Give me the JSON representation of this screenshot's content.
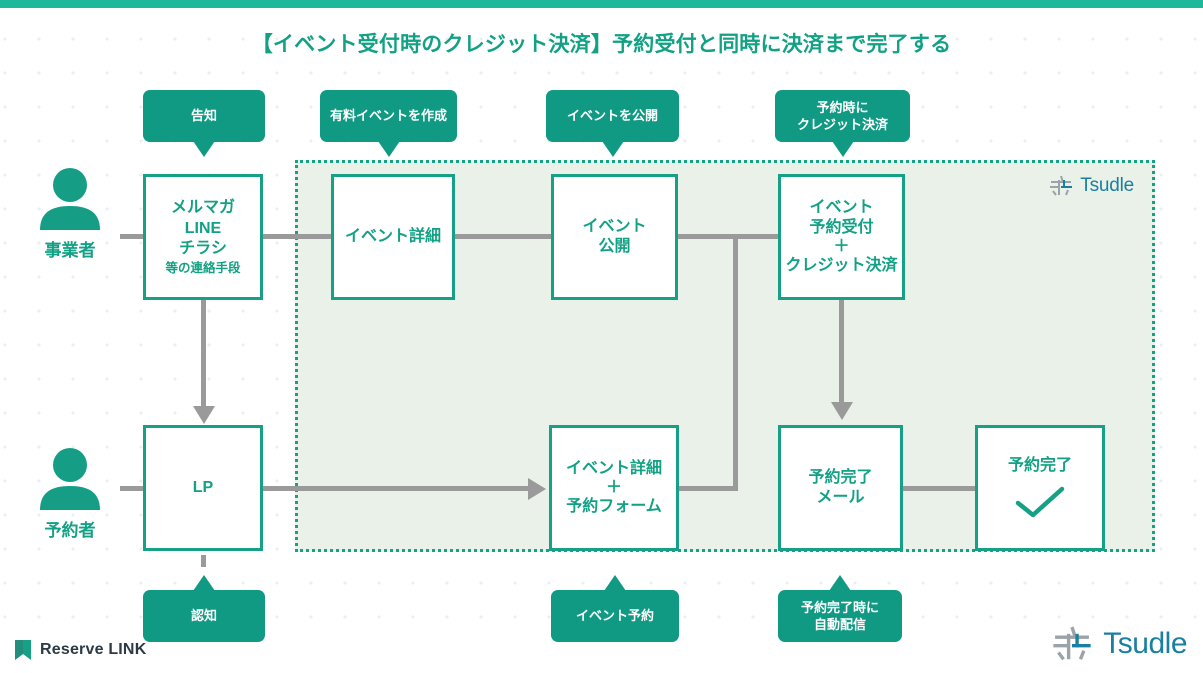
{
  "theme": {
    "accent": "#16a085",
    "accent_dark": "#109a83",
    "accent_bar": "#1fb89a",
    "region_fill": "#e9f1e8",
    "connector": "#9a9a9a",
    "logo_blue": "#1a7fa0",
    "title_color": "#12a184"
  },
  "header": {
    "title": "【イベント受付時のクレジット決済】予約受付と同時に決済まで完了する"
  },
  "scope": {
    "logo_word": "Tsudle",
    "logo_icon": "tsudle-mark-icon"
  },
  "actors": [
    {
      "id": "business",
      "label": "事業者",
      "icon": "person-icon"
    },
    {
      "id": "customer",
      "label": "予約者",
      "icon": "person-icon"
    }
  ],
  "nodes": {
    "contact": {
      "lines": [
        "メルマガ",
        "LINE",
        "チラシ"
      ],
      "sub": "等の連絡手段"
    },
    "event_detail": {
      "lines": [
        "イベント詳細"
      ]
    },
    "event_publish": {
      "lines": [
        "イベント",
        "公開"
      ]
    },
    "event_reserve_pay": {
      "lines": [
        "イベント",
        "予約受付"
      ],
      "plus": "＋",
      "lines2": [
        "クレジット決済"
      ]
    },
    "lp": {
      "lines": [
        "LP"
      ]
    },
    "detail_form": {
      "lines": [
        "イベント詳細"
      ],
      "plus": "＋",
      "lines2": [
        "予約フォーム"
      ]
    },
    "complete_mail": {
      "lines": [
        "予約完了",
        "メール"
      ]
    },
    "complete": {
      "lines": [
        "予約完了"
      ],
      "icon": "check-icon"
    }
  },
  "callouts": {
    "notice": {
      "text": "告知",
      "direction": "down"
    },
    "create_paid_event": {
      "text": "有料イベントを作成",
      "direction": "down"
    },
    "publish_event": {
      "text": "イベントを公開",
      "direction": "down"
    },
    "credit_at_booking": {
      "lines": [
        "予約時に",
        "クレジット決済"
      ],
      "direction": "down"
    },
    "awareness": {
      "text": "認知",
      "direction": "up"
    },
    "event_booking": {
      "text": "イベント予約",
      "direction": "up"
    },
    "auto_send": {
      "lines": [
        "予約完了時に",
        "自動配信"
      ],
      "direction": "up"
    }
  },
  "footer": {
    "left": {
      "word": "Reserve LINK",
      "icon": "reserve-link-icon"
    },
    "right": {
      "word": "Tsudle",
      "icon": "tsudle-mark-icon"
    }
  }
}
